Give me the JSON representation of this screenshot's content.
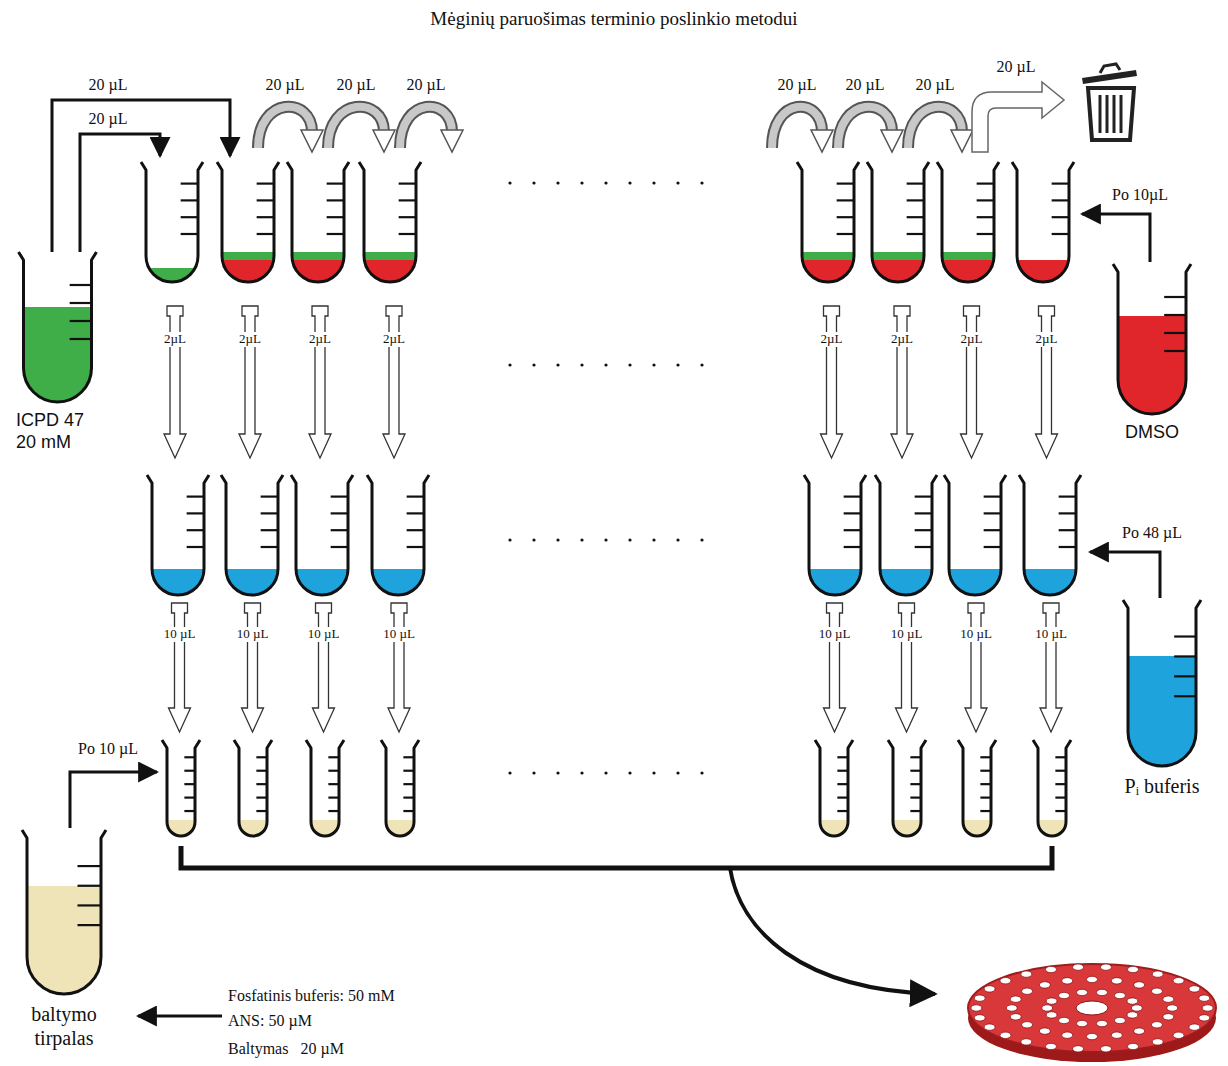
{
  "diagram": {
    "title": "Mėginių paruošimas terminio poslinkio metodui",
    "nodes": [
      {
        "text": [
          "ICPD 47 20 mM"
        ]
      },
      {
        "text": [
          "DMSO"
        ]
      },
      {
        "text": [
          "Pᵢ buferis"
        ]
      },
      {
        "text": [
          "baltymo tirpalas"
        ]
      }
    ],
    "labels": [
      "20 µL",
      "20 µL",
      "20 µL",
      "20 µL",
      "20 µL",
      "20 µL",
      "20 µL",
      "20 µL",
      "20 µL",
      "Po 10µL",
      "2µL",
      "2µL",
      "2µL",
      "2µL",
      "2µL",
      "2µL",
      "2µL",
      "2µL",
      "Po 48 µL",
      "10 µL",
      "10 µL",
      "10 µL",
      "10 µL",
      "10 µL",
      "10 µL",
      "10 µL",
      "10 µL",
      "Po 10 µL",
      "Fosfatinis buferis: 50 mM",
      "ANS: 50 µM",
      "Baltymas   20 µM"
    ]
  }
}
